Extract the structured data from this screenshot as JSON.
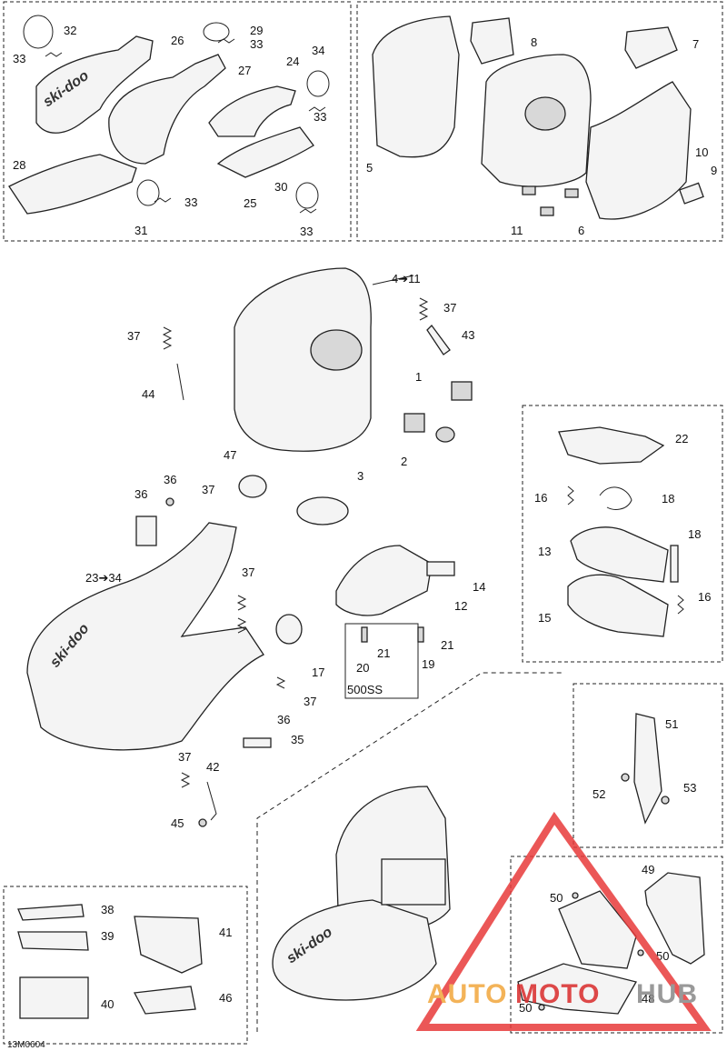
{
  "drawing_code": "13M0604",
  "variant_label": "500SS",
  "brand_marks": [
    "ski-doo",
    "ski-doo",
    "ski-doo"
  ],
  "watermark": {
    "auto": "AUTO",
    "moto": "MOTO",
    "hub": "HUB",
    "colors": {
      "auto": "#f2a63b",
      "moto": "#d92b2b",
      "hub": "#888888",
      "triangle": "#e83a3a"
    }
  },
  "callouts": {
    "c32": "32",
    "c26": "26",
    "c29": "29",
    "c33a": "33",
    "c33b": "33",
    "c27": "27",
    "c34": "34",
    "c24": "24",
    "c33c": "33",
    "c28": "28",
    "c25": "25",
    "c30": "30",
    "c33d": "33",
    "c31": "31",
    "c33e": "33",
    "c8": "8",
    "c7": "7",
    "c5": "5",
    "c10": "10",
    "c9": "9",
    "c11": "11",
    "c6": "6",
    "c4to11": "4➔11",
    "c37a": "37",
    "c43": "43",
    "c37b": "37",
    "c44": "44",
    "c1": "1",
    "c2": "2",
    "c47": "47",
    "c3": "3",
    "c36a": "36",
    "c37c": "37",
    "c36b": "36",
    "c23to34": "23➔34",
    "c37d": "37",
    "c14": "14",
    "c12": "12",
    "c17": "17",
    "c21a": "21",
    "c21b": "21",
    "c20": "20",
    "c19": "19",
    "c37e": "37",
    "c36c": "36",
    "c35": "35",
    "c37f": "37",
    "c42": "42",
    "c45": "45",
    "c22": "22",
    "c16a": "16",
    "c18a": "18",
    "c18b": "18",
    "c13": "13",
    "c16b": "16",
    "c15": "15",
    "c51": "51",
    "c52": "52",
    "c53": "53",
    "c49": "49",
    "c50a": "50",
    "c50b": "50",
    "c48": "48",
    "c50c": "50",
    "c38": "38",
    "c39": "39",
    "c41": "41",
    "c40": "40",
    "c46": "46"
  }
}
